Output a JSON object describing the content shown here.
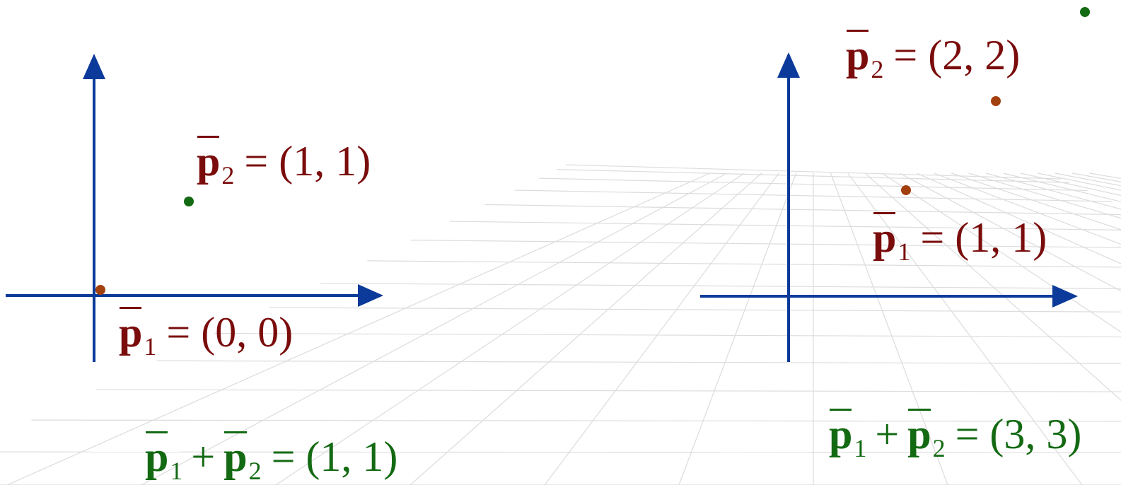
{
  "colors": {
    "axis": "#0b3a9a",
    "label_red": "#7a0c0c",
    "label_green": "#136a13",
    "point_brown": "#a3400f",
    "point_green": "#136a13",
    "grid": "#dcdcdc"
  },
  "left_panel": {
    "p2": {
      "vec": "p",
      "sub": "2",
      "rest": "= (1, 1)"
    },
    "p1": {
      "vec": "p",
      "sub": "1",
      "rest": "= (0, 0)"
    },
    "sum": {
      "vec_a": "p",
      "sub_a": "1",
      "op": "+",
      "vec_b": "p",
      "sub_b": "2",
      "rest": "= (1, 1)"
    }
  },
  "right_panel": {
    "p2": {
      "vec": "p",
      "sub": "2",
      "rest": "= (2, 2)"
    },
    "p1": {
      "vec": "p",
      "sub": "1",
      "rest": "= (1, 1)"
    },
    "sum": {
      "vec_a": "p",
      "sub_a": "1",
      "op": "+",
      "vec_b": "p",
      "sub_b": "2",
      "rest": "= (3, 3)"
    }
  }
}
